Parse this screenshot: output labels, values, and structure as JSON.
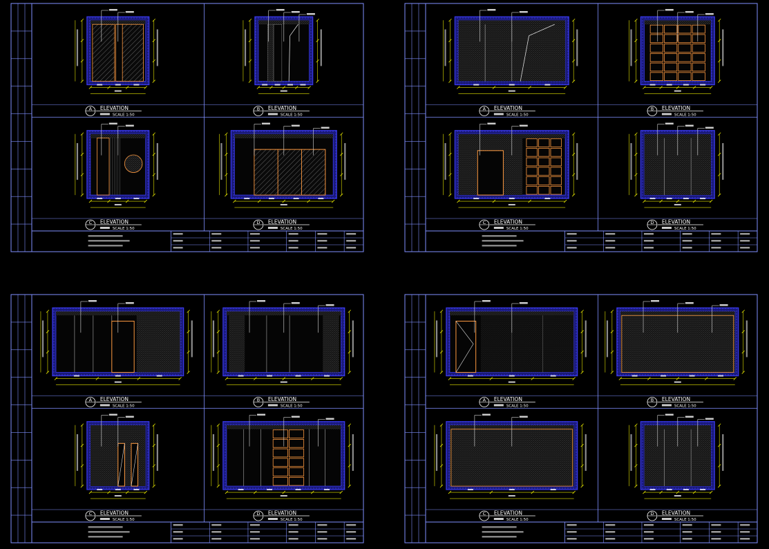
{
  "canvas": {
    "background": "#000000"
  },
  "colors": {
    "frame": "#7f8fff",
    "wall_outline": "#3a3af0",
    "hatch": "#8a8a8a",
    "dim": "#e6e600",
    "text": "#ffffff",
    "timber": "#ff9a40",
    "leader": "#ffffff"
  },
  "sheets": [
    {
      "id": "sheet-1",
      "views": [
        {
          "marker": "A",
          "title": "ELEVATION",
          "scale": "SCALE 1:50"
        },
        {
          "marker": "B",
          "title": "ELEVATION",
          "scale": "SCALE 1:50"
        },
        {
          "marker": "C",
          "title": "ELEVATION",
          "scale": "SCALE 1:50"
        },
        {
          "marker": "D",
          "title": "ELEVATION",
          "scale": "SCALE 1:50"
        }
      ]
    },
    {
      "id": "sheet-2",
      "views": [
        {
          "marker": "A",
          "title": "ELEVATION",
          "scale": "SCALE 1:50"
        },
        {
          "marker": "B",
          "title": "ELEVATION",
          "scale": "SCALE 1:50"
        },
        {
          "marker": "C",
          "title": "ELEVATION",
          "scale": "SCALE 1:50"
        },
        {
          "marker": "D",
          "title": "ELEVATION",
          "scale": "SCALE 1:50"
        }
      ]
    },
    {
      "id": "sheet-3",
      "views": [
        {
          "marker": "A",
          "title": "ELEVATION",
          "scale": "SCALE 1:50"
        },
        {
          "marker": "B",
          "title": "ELEVATION",
          "scale": "SCALE 1:50"
        },
        {
          "marker": "C",
          "title": "ELEVATION",
          "scale": "SCALE 1:50"
        },
        {
          "marker": "D",
          "title": "ELEVATION",
          "scale": "SCALE 1:50"
        }
      ]
    },
    {
      "id": "sheet-4",
      "views": [
        {
          "marker": "A",
          "title": "ELEVATION",
          "scale": "SCALE 1:50"
        },
        {
          "marker": "B",
          "title": "ELEVATION",
          "scale": "SCALE 1:50"
        },
        {
          "marker": "C",
          "title": "ELEVATION",
          "scale": "SCALE 1:50"
        },
        {
          "marker": "D",
          "title": "ELEVATION",
          "scale": "SCALE 1:50"
        }
      ]
    }
  ]
}
